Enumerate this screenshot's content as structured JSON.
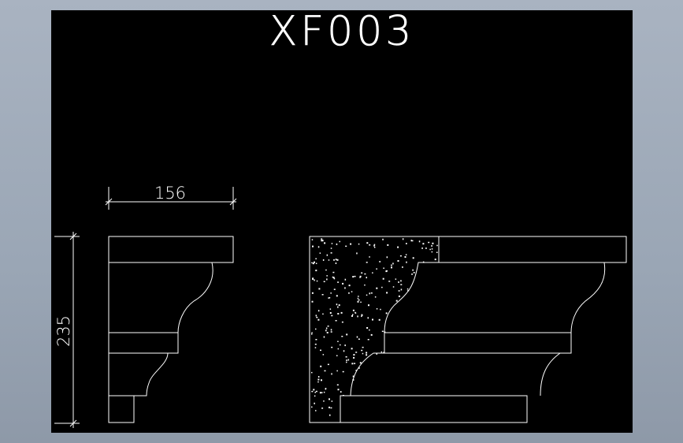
{
  "drawing": {
    "title": "XF003",
    "width_dimension": "156",
    "height_dimension": "235",
    "background_color": "#000000",
    "line_color": "#ffffff"
  }
}
